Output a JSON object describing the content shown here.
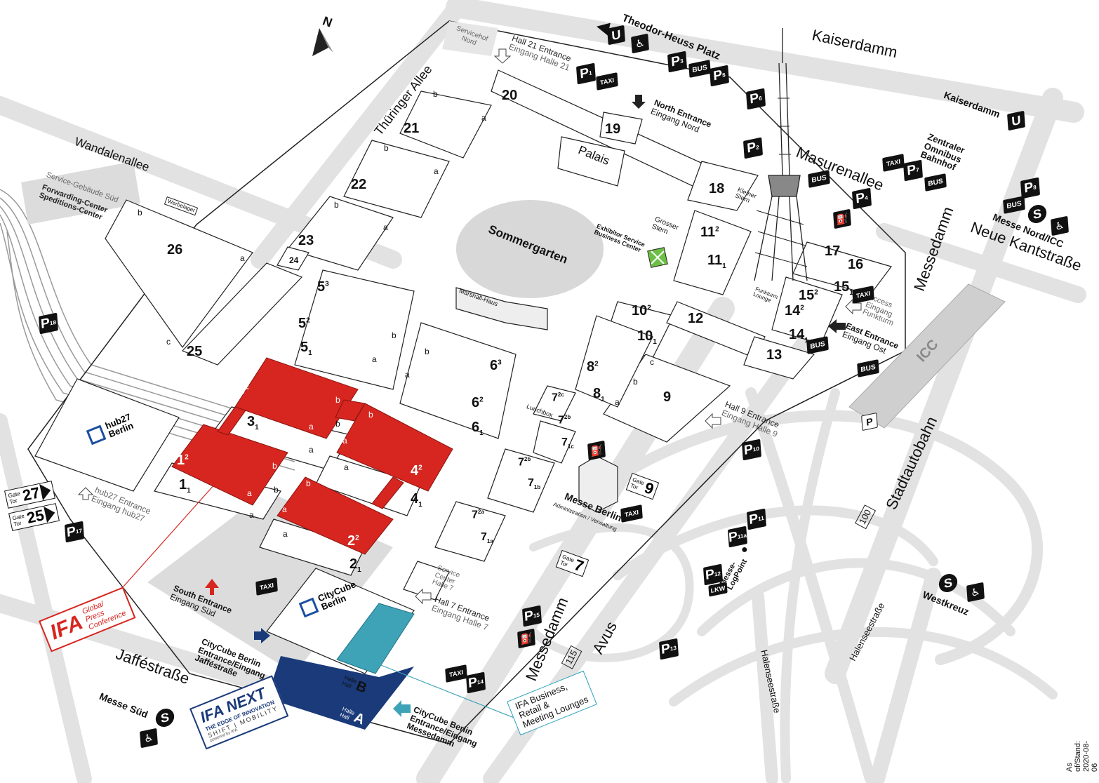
{
  "map": {
    "streets": {
      "kaiserdamm": "Kaiserdamm",
      "kaiserdamm_u": "Kaiserdamm",
      "theodor": "Theodor-Heuss Platz",
      "thuringer": "Thüringer Allee",
      "wandalen": "Wandalenallee",
      "masuren": "Masurenallee",
      "messedamm_east": "Messedamm",
      "neue_kant": "Neue Kantstraße",
      "messedamm_south": "Messedamm",
      "avus": "Avus",
      "stadtautobahn": "Stadtautobahn",
      "halensee1": "Halenseestraße",
      "halensee2": "Halenseestraße",
      "jaffe": "Jafféstraße",
      "route115": "115",
      "route100": "100"
    },
    "places": {
      "sommergarten": "Sommergarten",
      "palais": "Palais",
      "marshall": "Marshall-Haus",
      "servicehof": [
        "Servicehof",
        "Nord"
      ],
      "service_sued": "Service-Gebäude Süd",
      "forwarding": [
        "Forwarding-Center",
        "Speditions-Center"
      ],
      "werbelager": "Werbelager",
      "grosser_stern": [
        "Grosser",
        "Stern"
      ],
      "kleiner_stern": [
        "Kleiner",
        "Stern"
      ],
      "exhibitor": [
        "Exhibitor Service",
        "Business Center"
      ],
      "funkturm_lounge": [
        "Funkturm",
        "Lounge"
      ],
      "lunchbox": "Lunchbox",
      "messe_berlin": "Messe Berlin",
      "admin": "Administration / Verwaltung",
      "service_center": [
        "Service",
        "Center",
        "Halle 7"
      ],
      "zob": [
        "Zentraler",
        "Omnibus",
        "Bahnhof"
      ],
      "messe_nord": "Messe Nord/ICC",
      "westkreuz": "Westkreuz",
      "messe_sued": "Messe Süd",
      "logpoint": [
        "Messe-",
        "LogPoint"
      ],
      "hub27_name": [
        "hub27",
        "Berlin"
      ],
      "citycube_name": [
        "CityCube",
        "Berlin"
      ],
      "icc": "ICC",
      "halle_b": [
        "Halle",
        "Hall"
      ],
      "halle_b_letter": "B",
      "halle_a": [
        "Halle",
        "Hall"
      ],
      "halle_a_letter": "A",
      "north_letter": "N"
    },
    "entrances": {
      "hall21": [
        "Hall 21 Entrance",
        "Eingang Halle 21"
      ],
      "north": [
        "North Entrance",
        "Eingang Nord"
      ],
      "east": [
        "East Entrance",
        "Eingang Ost"
      ],
      "access": [
        "Access",
        "Eingang",
        "Funkturm"
      ],
      "hall9": [
        "Hall 9 Entrance",
        "Eingang Halle 9"
      ],
      "hall7": [
        "Hall 7 Entrance",
        "Eingang Halle 7"
      ],
      "south": [
        "South Entrance",
        "Eingang Süd"
      ],
      "hub27": [
        "hub27 Entrance",
        "Eingang hub27"
      ],
      "citycube_jaffe": [
        "CityCube Berlin",
        "Entrance/Eingang",
        "Jafféstraße"
      ],
      "citycube_messedamm": [
        "CityCube Berlin",
        "Entrance/Eingang",
        "Messedamm"
      ]
    },
    "gates": [
      {
        "small": [
          "Gate",
          "Tor"
        ],
        "num": "27"
      },
      {
        "small": [
          "Gate",
          "Tor"
        ],
        "num": "25"
      },
      {
        "small": [
          "Gate",
          "Tor"
        ],
        "num": "9"
      },
      {
        "small": [
          "Gate",
          "Tor"
        ],
        "num": "7"
      }
    ],
    "halls": {
      "h20": "20",
      "h19": "19",
      "h21": "21",
      "h22": "22",
      "h23": "23",
      "h24": "24",
      "h25": "25",
      "h26": "26",
      "h18": "18",
      "h17": "17",
      "h16": "16",
      "h15_2": "15",
      "h15_1": "15",
      "h14_2": "14",
      "h14_1": "14",
      "h13": "13",
      "h12": "12",
      "h11_2": "11",
      "h11_1": "11",
      "h10_2": "10",
      "h10_1": "10",
      "h9": "9",
      "h8_2": "8",
      "h8_1": "8",
      "h7_2c": "7",
      "h7_2b": "7",
      "h7_1c": "7",
      "h7_2b2": "7",
      "h7_1b": "7",
      "h7_2a": "7",
      "h7_1a": "7",
      "h6_3": "6",
      "h6_2": "6",
      "h6_1": "6",
      "h5_3": "5",
      "h5_2": "5",
      "h5_1": "5",
      "h3_2": "3",
      "h3_1": "3",
      "h1_2": "1",
      "h1_1": "1",
      "h4_2": "4",
      "h4_1": "4",
      "h2_2": "2",
      "h2_1": "2"
    },
    "sections": {
      "a": "a",
      "b": "b",
      "c": "c",
      "sup1": "1",
      "sup2": "2",
      "sup3": "3",
      "s2c": "2c",
      "s2b": "2b",
      "s1c": "1c",
      "s1b": "1b",
      "s2a": "2a",
      "s1a": "1a"
    },
    "parking": [
      {
        "id": "P1",
        "main": "P",
        "sub": "1"
      },
      {
        "id": "P3",
        "main": "P",
        "sub": "3"
      },
      {
        "id": "P5",
        "main": "P",
        "sub": "5"
      },
      {
        "id": "P6",
        "main": "P",
        "sub": "6"
      },
      {
        "id": "P2",
        "main": "P",
        "sub": "2"
      },
      {
        "id": "P7",
        "main": "P",
        "sub": "7"
      },
      {
        "id": "P4",
        "main": "P",
        "sub": "4"
      },
      {
        "id": "P8",
        "main": "P",
        "sub": "8"
      },
      {
        "id": "P18",
        "main": "P",
        "sub": "18"
      },
      {
        "id": "P17",
        "main": "P",
        "sub": "17"
      },
      {
        "id": "P10",
        "main": "P",
        "sub": "10"
      },
      {
        "id": "P11",
        "main": "P",
        "sub": "11"
      },
      {
        "id": "P11a",
        "main": "P",
        "sub": "11a"
      },
      {
        "id": "P12",
        "main": "P",
        "sub": "12"
      },
      {
        "id": "P15",
        "main": "P",
        "sub": "15"
      },
      {
        "id": "P14",
        "main": "P",
        "sub": "14"
      },
      {
        "id": "P13",
        "main": "P",
        "sub": "13"
      }
    ],
    "symbols": {
      "bus": "BUS",
      "taxi": "TAXI",
      "u": "U",
      "s": "S",
      "lkw": "LKW"
    },
    "callouts": {
      "ifa_big": "IFA",
      "ifa_small": [
        "Global",
        "Press",
        "Conference"
      ],
      "next_big": "IFA NEXT",
      "next_tag": "THE EDGE OF INNOVATION",
      "next_shift": "SHIFT | MOBILITY",
      "next_powered": "powered by IFA",
      "lounge": [
        "IFA Business,",
        "Retail &",
        "Meeting Lounges"
      ]
    },
    "stamp": "As of/Stand: 2020-08-06",
    "colors": {
      "ifa_red": "#d6261f",
      "citycube_teal": "#3fa3b8",
      "citycube_navy": "#1a3a7a",
      "road_gray": "#e2e2e2",
      "hall_outline": "#222222"
    }
  }
}
